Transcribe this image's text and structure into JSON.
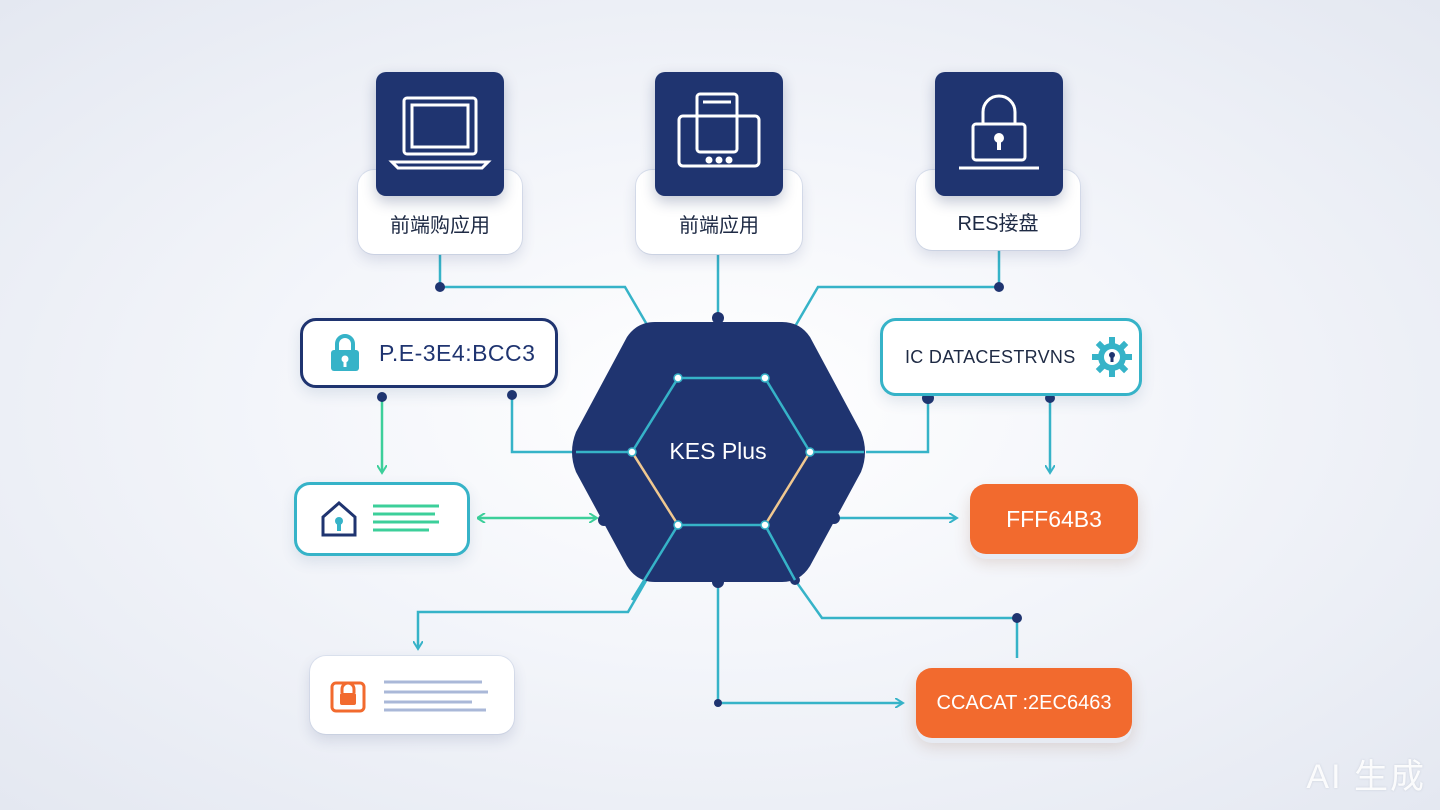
{
  "center": {
    "label": "KES Plus"
  },
  "top_cards": [
    {
      "icon": "laptop-icon",
      "label": "前端购应用"
    },
    {
      "icon": "device-icon",
      "label": "前端应用"
    },
    {
      "icon": "lock-laptop-icon",
      "label": "RES接盘"
    }
  ],
  "left_cards": {
    "key_card": {
      "icon": "lock-icon",
      "label": "P.E-3E4:BCC3"
    },
    "home_card": {
      "icon": "home-lock-icon"
    },
    "list_card": {
      "icon": "orange-lock-icon"
    }
  },
  "right_cards": {
    "data_card": {
      "label": "IC DATACESTRVNS",
      "icon": "gear-lock-icon"
    },
    "orange_card_1": {
      "label": "FFF64B3"
    },
    "orange_card_2": {
      "label": "CCACAT :2EC6463"
    }
  },
  "colors": {
    "navy": "#1f3470",
    "teal": "#36b3c8",
    "green": "#3ccf9a",
    "orange": "#f26a2e",
    "peach": "#f0c890"
  },
  "watermark": "AI 生成"
}
